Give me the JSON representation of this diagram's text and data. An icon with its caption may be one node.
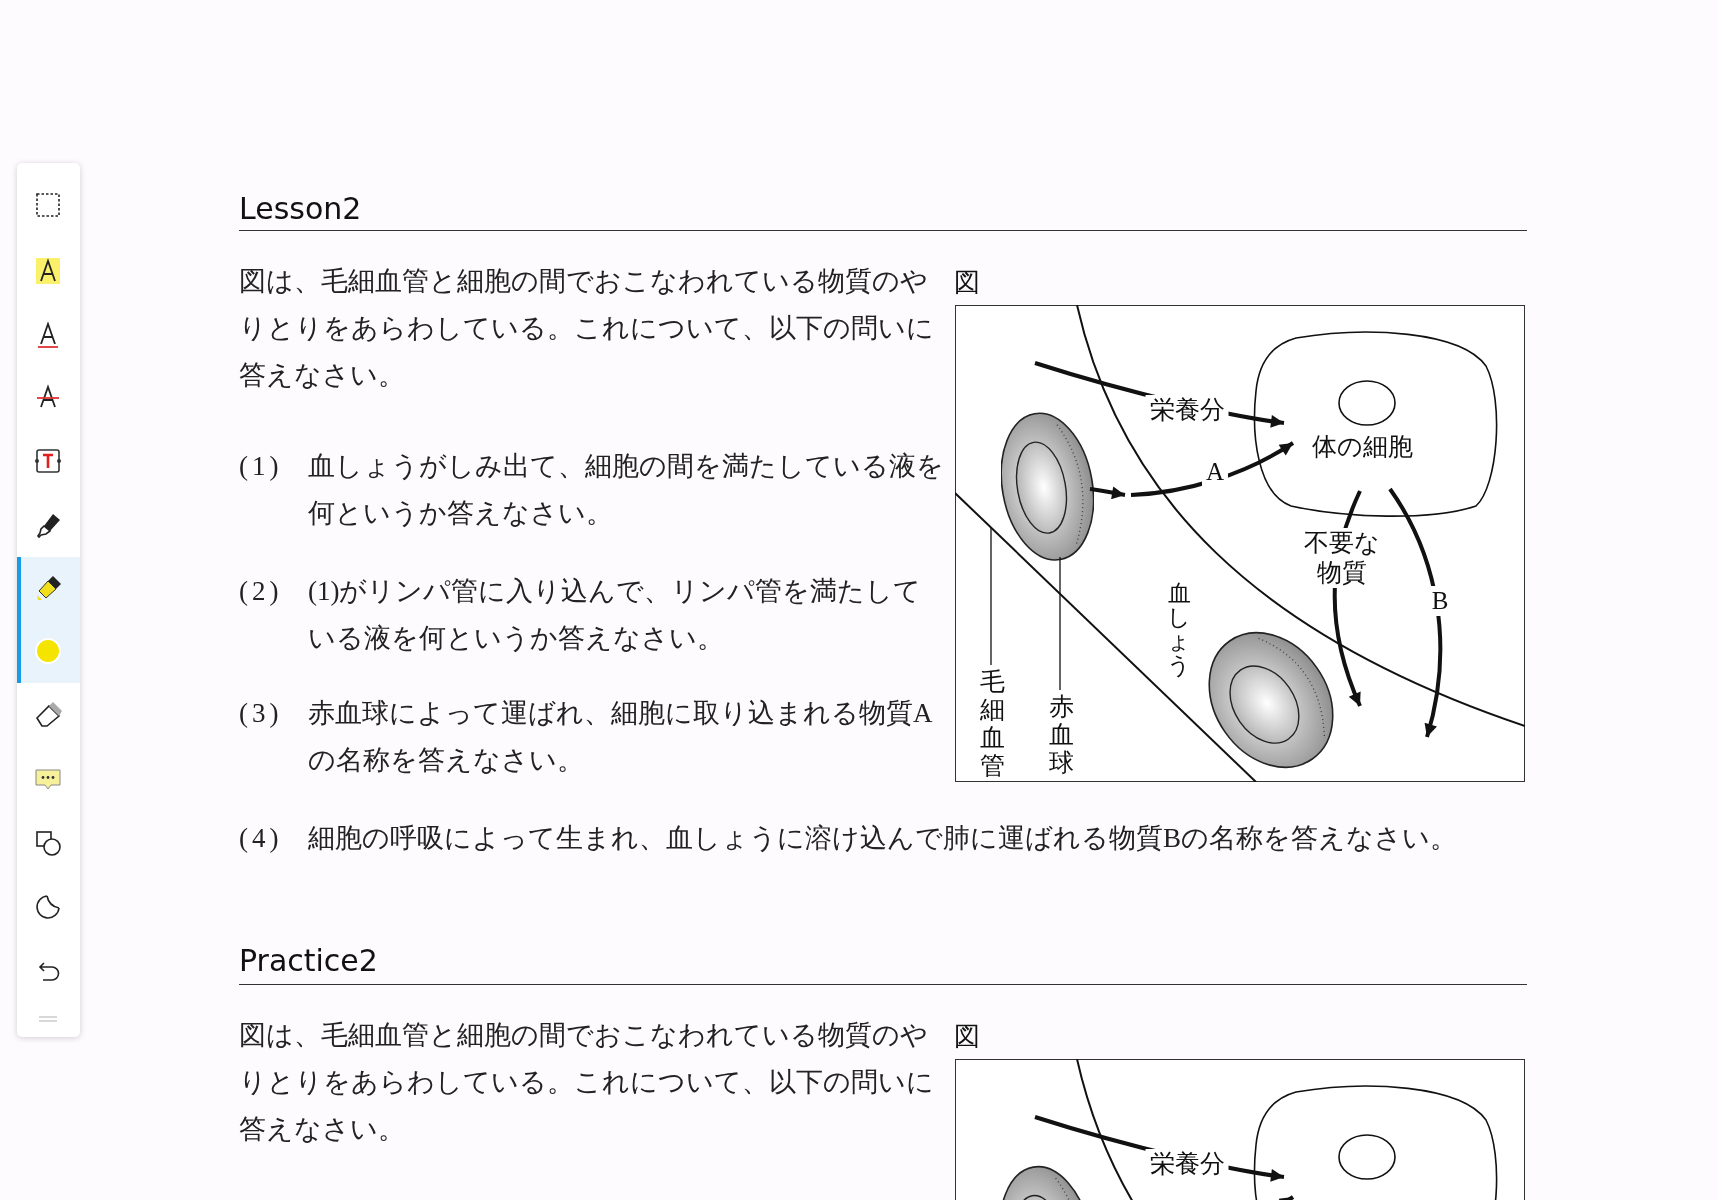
{
  "diagram": {
    "nodes": [
      {
        "text": [
          "図"
        ]
      },
      {
        "text": [
          "体の細胞"
        ],
        "in": 0
      },
      {
        "text": [],
        "shape": "picture",
        "in": 0
      },
      {
        "text": [
          "毛細血管"
        ],
        "in": 0
      },
      {
        "text": [
          "赤血球"
        ],
        "in": 0
      },
      {
        "text": [
          "図"
        ]
      },
      {
        "text": [],
        "shape": "circle",
        "in": 5
      }
    ],
    "edges": [
      {
        "from": null,
        "to": 1,
        "arrow": "to",
        "label": "栄養分"
      },
      {
        "from": 2,
        "to": null,
        "arrow": "to"
      },
      {
        "from": null,
        "to": 1,
        "arrow": "to",
        "label": "A"
      },
      {
        "from": 1,
        "to": null,
        "arrow": "to",
        "label": "不要な物質"
      },
      {
        "from": 1,
        "to": null,
        "arrow": "to",
        "label": "B"
      },
      {
        "from": 3,
        "to": null,
        "arrow": "none"
      },
      {
        "from": 4,
        "to": 2,
        "arrow": "none"
      },
      {
        "from": null,
        "to": 6,
        "arrow": "to",
        "label": "栄養分"
      },
      {
        "from": null,
        "to": 6,
        "arrow": "to"
      }
    ],
    "labels": [
      "Lesson2",
      "図は、毛細血管と細胞の間でおこなわれている物質のやりとりをあらわしている。これについて、以下の問いに答えなさい。",
      "(1)",
      "血しょうがしみ出て、細胞の間を満たしている液を何というか答えなさい。",
      "(2)",
      "(1)がリンパ管に入り込んで、リンパ管を満たしている液を何というか答えなさい。",
      "(3)",
      "赤血球によって運ばれ、細胞に取り込まれる物質Aの名称を答えなさい。",
      "(4)",
      "細胞の呼吸によって生まれ、血しょうに溶け込んで肺に運ばれる物質Bの名称を答えなさい。",
      "血しょう",
      "Practice2",
      "図は、毛細血管と細胞の間でおこなわれている物質のやりとりをあらわしている。これについて、以下の問いに答えなさい。"
    ]
  }
}
